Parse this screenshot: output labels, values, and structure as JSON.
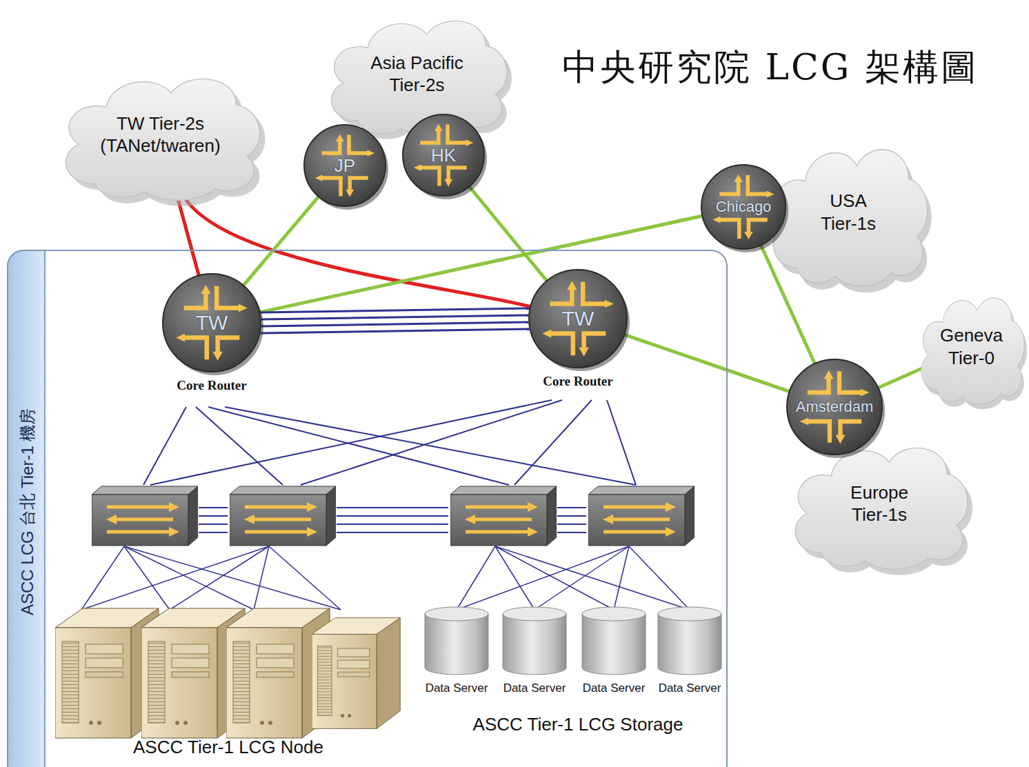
{
  "diagram": {
    "title": "中央研究院 LCG 架構圖",
    "nodes": [
      {
        "text": [
          "TW Tier-2s (TANet/twaren)"
        ]
      },
      {
        "text": [
          "Asia Pacific Tier-2s"
        ]
      },
      {
        "text": [
          "JP"
        ],
        "in": 1
      },
      {
        "text": [
          "HK"
        ],
        "in": 1
      },
      {
        "text": [
          "USA Tier-1s"
        ]
      },
      {
        "text": [
          "Chicago"
        ],
        "in": 4
      },
      {
        "text": [
          "ASCC LCG 台北 Tier-1 機房"
        ]
      },
      {
        "text": [
          "TW",
          "Core Router"
        ],
        "in": 6
      },
      {
        "text": [
          "TW",
          "Core Router"
        ],
        "in": 6
      },
      {
        "text": [
          "Geneva Tier-0"
        ]
      },
      {
        "text": [
          "Amsterdam"
        ]
      },
      {
        "text": [
          "Europe Tier-1s"
        ]
      },
      {
        "text": [
          "Data Server"
        ],
        "in": 6
      },
      {
        "text": [
          "Data Server"
        ],
        "in": 6
      },
      {
        "text": [
          "Data Server"
        ],
        "in": 6
      },
      {
        "text": [
          "Data Server"
        ],
        "in": 6
      }
    ],
    "edges": [
      {
        "from": 0,
        "to": 7,
        "arrow": "none"
      },
      {
        "from": 0,
        "to": 8,
        "arrow": "none"
      },
      {
        "from": 2,
        "to": 7,
        "arrow": "none"
      },
      {
        "from": 3,
        "to": 8,
        "arrow": "none"
      },
      {
        "from": 5,
        "to": 7,
        "arrow": "none"
      },
      {
        "from": 7,
        "to": 8,
        "arrow": "none"
      },
      {
        "from": 8,
        "to": 10,
        "arrow": "none"
      },
      {
        "from": 5,
        "to": 10,
        "arrow": "none"
      },
      {
        "from": 10,
        "to": 9,
        "arrow": "none"
      }
    ],
    "labels": [
      "ASCC Tier-1 LCG Node",
      "ASCC Tier-1 LCG Storage"
    ]
  }
}
